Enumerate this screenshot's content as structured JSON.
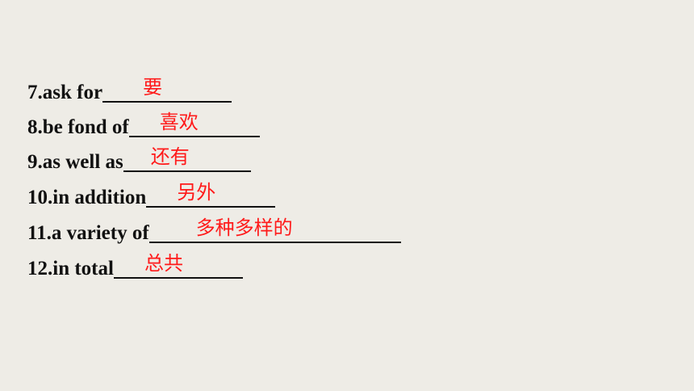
{
  "exercise": {
    "items": [
      {
        "term": "7.ask for",
        "answer": "要"
      },
      {
        "term": "8.be fond of ",
        "answer": "喜欢"
      },
      {
        "term": "9.as well as ",
        "answer": "还有"
      },
      {
        "term": "10.in addition",
        "answer": "另外"
      },
      {
        "term": "11.a variety of",
        "answer": "多种多样的"
      },
      {
        "term": "12.in total",
        "answer": "总共"
      }
    ]
  },
  "colors": {
    "background": "#eeece6",
    "text": "#111111",
    "answer": "#ff1a1a"
  }
}
